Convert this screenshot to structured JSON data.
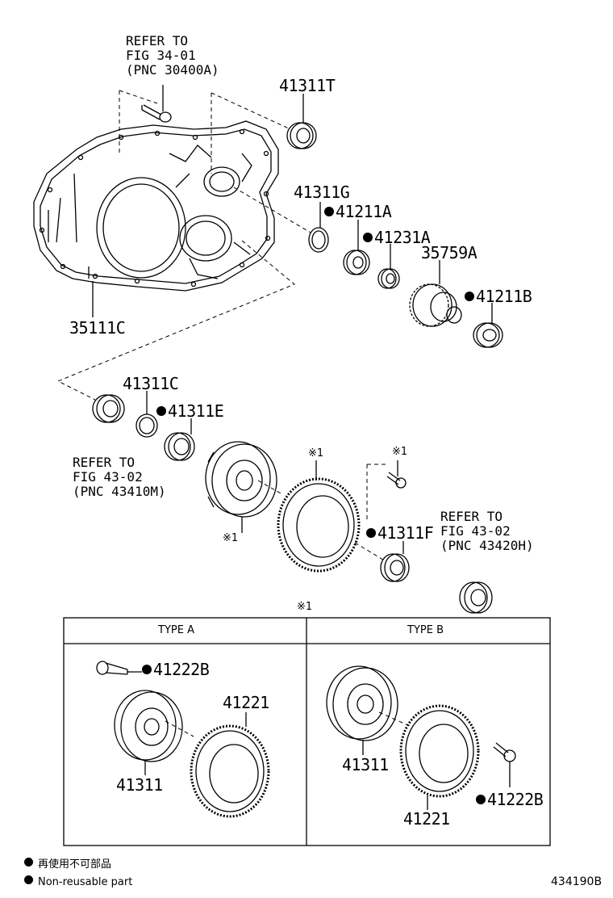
{
  "callouts": {
    "p35111C": "35111C",
    "p41311T": "41311T",
    "p41311G": "41311G",
    "p41211A": "41211A",
    "p41231A": "41231A",
    "p35759A": "35759A",
    "p41211B": "41211B",
    "p41311C": "41311C",
    "p41311E": "41311E",
    "p41311F": "41311F",
    "a41222B": "41222B",
    "a41221": "41221",
    "a41311": "41311",
    "b41311": "41311",
    "b41221": "41221",
    "b41222B": "41222B"
  },
  "references": {
    "r1": {
      "l1": "REFER TO",
      "l2": "FIG 34-01",
      "l3": "(PNC 30400A)"
    },
    "r2": {
      "l1": "REFER TO",
      "l2": "FIG 43-02",
      "l3": "(PNC 43410M)"
    },
    "r3": {
      "l1": "REFER TO",
      "l2": "FIG 43-02",
      "l3": "(PNC 43420H)"
    }
  },
  "marks": {
    "note": "※1"
  },
  "table": {
    "type_a": "TYPE A",
    "type_b": "TYPE B"
  },
  "legend": {
    "jp": "再使用不可部品",
    "en": "Non-reusable part"
  },
  "figure_code": "434190B",
  "colors": {
    "line": "#000000",
    "background": "#ffffff"
  }
}
